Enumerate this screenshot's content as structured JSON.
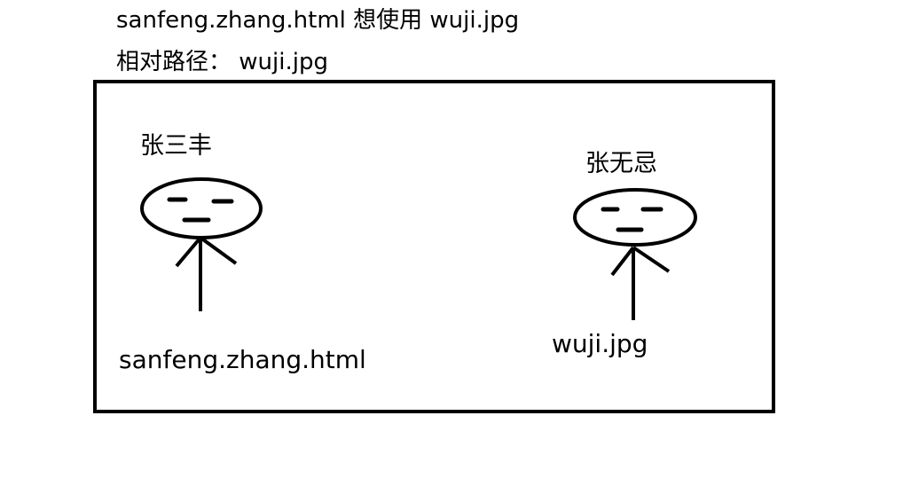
{
  "header": {
    "line1": "sanfeng.zhang.html 想使用 wuji.jpg",
    "line2": "相对路径： wuji.jpg"
  },
  "figures": {
    "left": {
      "name": "张三丰",
      "file": "sanfeng.zhang.html"
    },
    "right": {
      "name": "张无忌",
      "file": "wuji.jpg"
    }
  },
  "colors": {
    "stroke": "#000000",
    "background": "#ffffff"
  }
}
